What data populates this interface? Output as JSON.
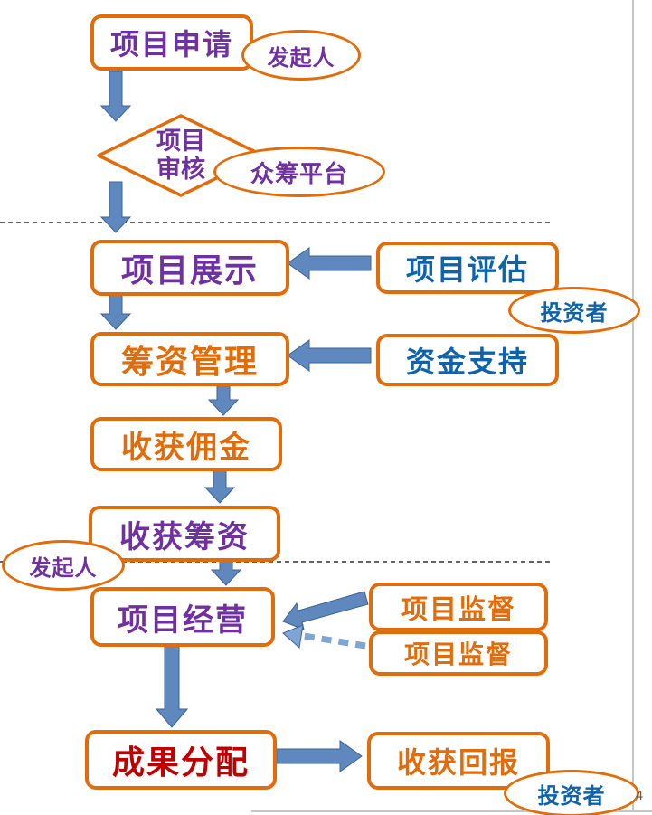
{
  "page": {
    "number": "4"
  },
  "colors": {
    "box_border": "#E36C0A",
    "arrow_blue": "#5E88BE",
    "arrow_blue_light": "#7FA5D5",
    "text_purple": "#7030A0",
    "text_orange": "#E36C0A",
    "text_blue": "#0F62AC",
    "text_dark_red": "#C00000",
    "divider_line": "#303030",
    "slide_edge": "#C6C6C6"
  },
  "nodes": {
    "project_application": {
      "label": "项目申请"
    },
    "initiator_top": {
      "label": "发起人"
    },
    "project_review": {
      "line1": "项目",
      "line2": "审核"
    },
    "crowdfunding_platform": {
      "label": "众筹平台"
    },
    "project_display": {
      "label": "项目展示"
    },
    "project_evaluation": {
      "label": "项目评估"
    },
    "investor_top": {
      "label": "投资者"
    },
    "fundraising_management": {
      "label": "筹资管理"
    },
    "funding_support": {
      "label": "资金支持"
    },
    "commission_harvest": {
      "label": "收获佣金"
    },
    "funds_harvest": {
      "label": "收获筹资"
    },
    "initiator_left": {
      "label": "发起人"
    },
    "project_operation": {
      "label": "项目经营"
    },
    "project_supervision_1": {
      "label": "项目监督"
    },
    "project_supervision_2": {
      "label": "项目监督"
    },
    "result_distribution": {
      "label": "成果分配"
    },
    "reward_harvest": {
      "label": "收获回报"
    },
    "investor_bottom": {
      "label": "投资者"
    }
  }
}
